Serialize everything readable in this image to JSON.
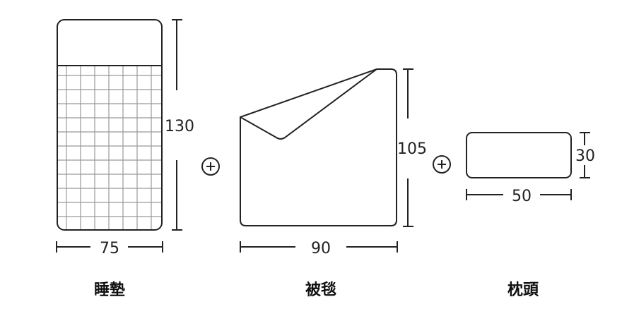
{
  "items": [
    {
      "name": "睡墊",
      "width": "75",
      "height": "130"
    },
    {
      "name": "被毯",
      "width": "90",
      "height": "105"
    },
    {
      "name": "枕頭",
      "width": "50",
      "height": "30"
    }
  ],
  "colors": {
    "line": "#222222",
    "grid": "#888888"
  }
}
